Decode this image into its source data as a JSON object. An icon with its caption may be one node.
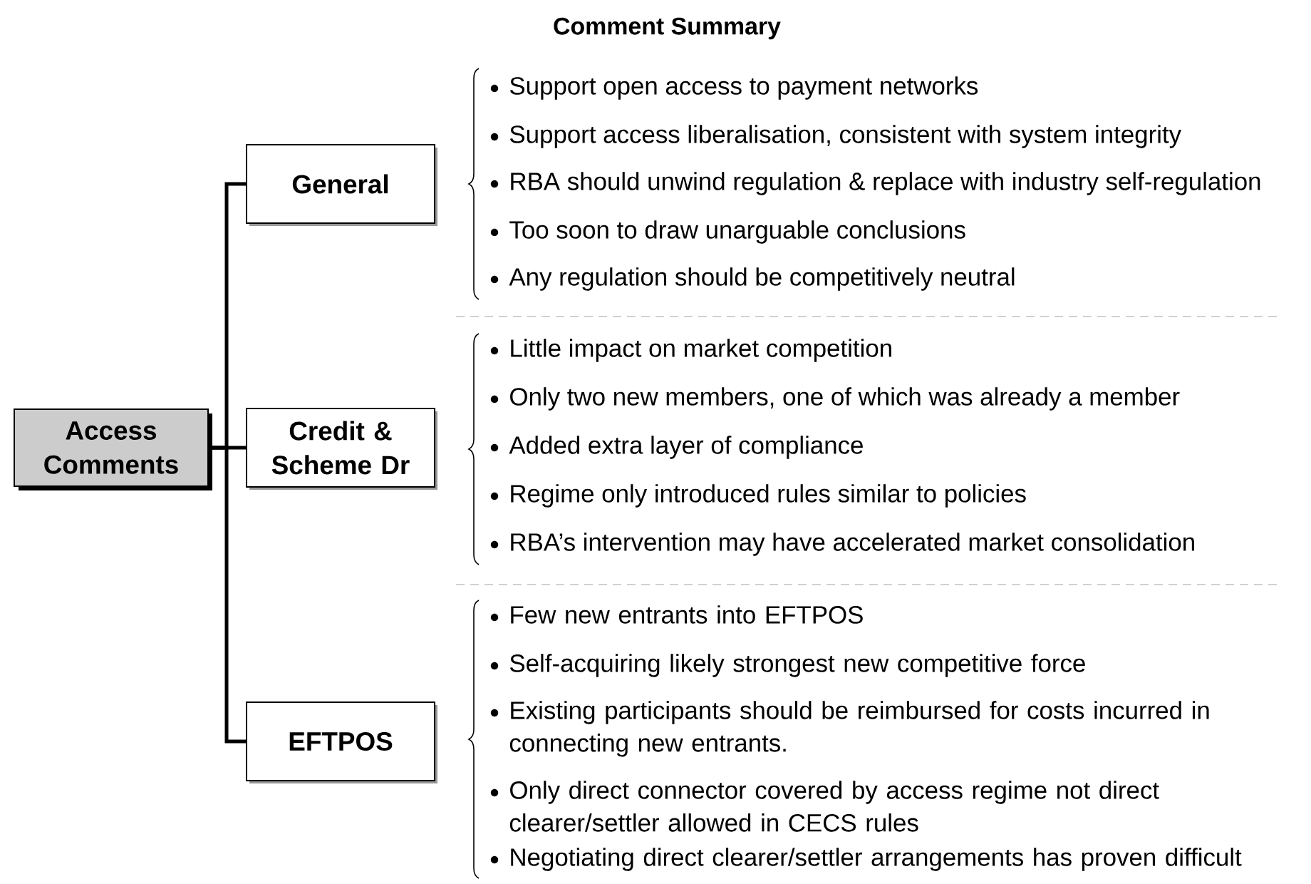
{
  "diagram": {
    "title": "Comment Summary",
    "nodes": [
      {
        "text": [
          "Access Comments"
        ]
      },
      {
        "text": [
          "General"
        ],
        "beside": [
          "Support open access to payment networks",
          "Support access liberalisation, consistent with system integrity",
          "RBA should unwind regulation & replace with industry self-regulation",
          "Too soon to draw unarguable conclusions",
          "Any regulation should be competitively neutral"
        ]
      },
      {
        "text": [
          "Credit & Scheme Dr"
        ],
        "beside": [
          "Little impact on market competition",
          "Only two new members, one of which was already a member",
          "Added extra layer of compliance",
          "Regime only introduced rules similar to policies",
          "RBA’s intervention may have accelerated market consolidation"
        ]
      },
      {
        "text": [
          "EFTPOS"
        ],
        "beside": [
          "Few new entrants into EFTPOS",
          "Self-acquiring likely strongest new competitive force",
          "Existing participants should be reimbursed for costs incurred in connecting new entrants.",
          "Only direct connector covered by access regime not direct clearer/settler allowed in CECS rules",
          "Negotiating direct clearer/settler arrangements has proven difficult"
        ]
      }
    ],
    "edges": [
      {
        "from": 0,
        "to": 1,
        "arrow": "none"
      },
      {
        "from": 0,
        "to": 2,
        "arrow": "none"
      },
      {
        "from": 0,
        "to": 3,
        "arrow": "none"
      }
    ]
  }
}
